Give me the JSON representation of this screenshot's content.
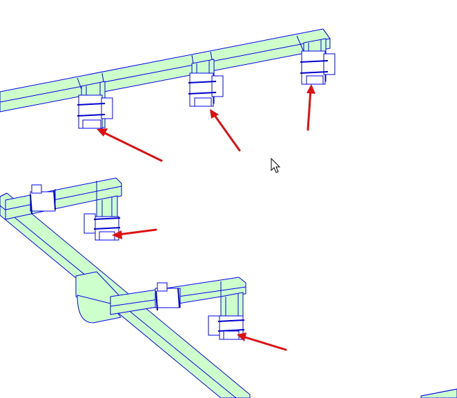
{
  "diagram": {
    "view": "isometric-duct-layout",
    "colors": {
      "background": "#ffffff",
      "duct_fill": "#ccffcc",
      "duct_edge": "#0000ee",
      "callout_arrow": "#dd1111"
    },
    "components": {
      "main_ducts": 3,
      "branch_drops": 5,
      "callout_arrows": 5
    },
    "icons": [
      "mouse-cursor-icon"
    ]
  }
}
